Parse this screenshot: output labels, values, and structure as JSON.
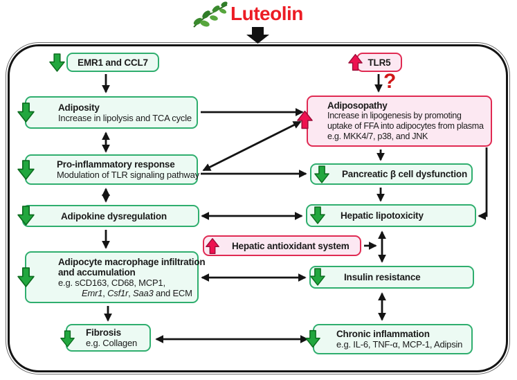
{
  "title": {
    "text": "Luteolin"
  },
  "annotations": {
    "question_mark": "?"
  },
  "icons": {
    "herb": "herb-sprig-icon",
    "down_regulated": "green-down-block-arrow",
    "up_regulated": "pink-up-block-arrow"
  },
  "colors": {
    "title_red": "#ec1c24",
    "green_border": "#2fae6e",
    "green_fill": "#ecfaf3",
    "red_border": "#e02a52",
    "pink_fill": "#fce8f2",
    "arrow_green": "#22a73f",
    "arrow_green_outline": "#0b6b1e",
    "arrow_pink": "#ee1250",
    "arrow_pink_outline": "#9c0c38",
    "connector_black": "#141414",
    "question_red": "#cf1717"
  },
  "boxes": {
    "emr1": {
      "label": "EMR1 and CCL7"
    },
    "tlr5": {
      "label": "TLR5"
    },
    "adiposity": {
      "title": "Adiposity",
      "sub": "Increase in lipolysis and TCA cycle"
    },
    "adiposopathy": {
      "title": "Adiposopathy",
      "line1": "Increase in lipogenesis by promoting",
      "line2": "uptake of FFA into adipocytes from plasma",
      "line3": "e.g. MKK4/7, p38, and JNK"
    },
    "pro_inflammatory": {
      "title": "Pro-inflammatory response",
      "sub": "Modulation of TLR signaling pathway"
    },
    "pancreatic": {
      "label": "Pancreatic β cell dysfunction"
    },
    "adipokine": {
      "label": "Adipokine dysregulation"
    },
    "hepatic_lipotoxicity": {
      "label": "Hepatic lipotoxicity"
    },
    "hepatic_antioxidant": {
      "label": "Hepatic antioxidant system"
    },
    "macrophage": {
      "title_line1": "Adipocyte macrophage infiltration",
      "title_line2": "and accumulation",
      "eg_line": "e.g. sCD163, CD68, MCP1,",
      "gene1": "Emr1",
      "sep1": ", ",
      "gene2": "Csf1r",
      "sep2": ", ",
      "gene3": "Saa3",
      "tail": " and ECM"
    },
    "insulin": {
      "label": "Insulin resistance"
    },
    "fibrosis": {
      "title": "Fibrosis",
      "sub": "e.g. Collagen"
    },
    "chronic": {
      "title": "Chronic inflammation",
      "sub": "e.g. IL-6, TNF-α, MCP-1, Adipsin"
    }
  }
}
